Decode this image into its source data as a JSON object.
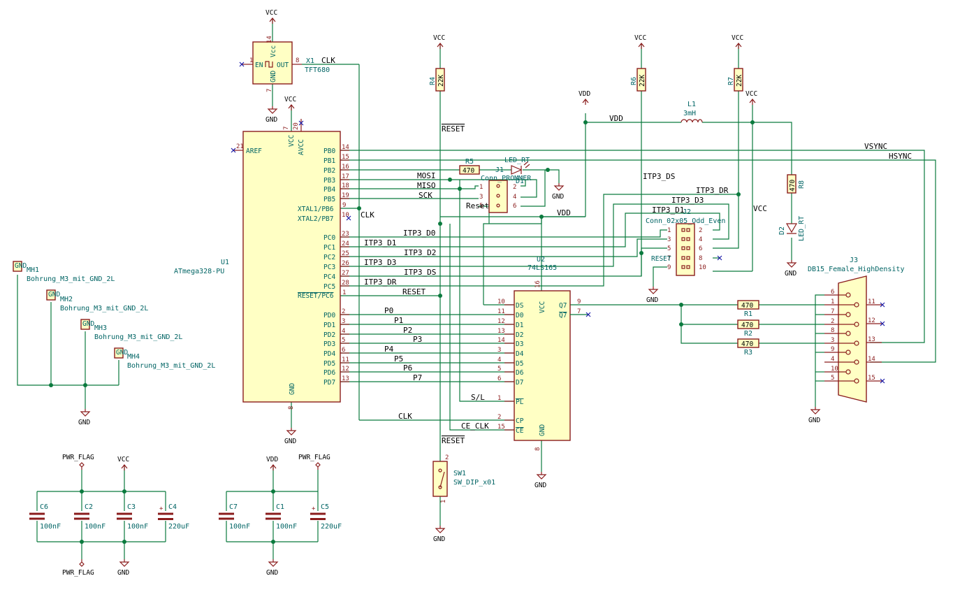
{
  "power": {
    "vcc": "VCC",
    "vdd": "VDD",
    "gnd": "GND",
    "pwr_flag": "PWR_FLAG"
  },
  "components": {
    "u1": {
      "ref": "U1",
      "value": "ATmega328-PU",
      "left_pins": [
        {
          "num": "21",
          "name": "AREF"
        },
        {
          "num": "9",
          "name": "XTAL1/PB6"
        },
        {
          "num": "10",
          "name": "XTAL2/PB7"
        },
        {
          "num": "1",
          "name": "RESET/PC6"
        }
      ],
      "right_pins": [
        {
          "num": "14",
          "name": "PB0"
        },
        {
          "num": "15",
          "name": "PB1"
        },
        {
          "num": "16",
          "name": "PB2"
        },
        {
          "num": "17",
          "name": "PB3"
        },
        {
          "num": "18",
          "name": "PB4"
        },
        {
          "num": "19",
          "name": "PB5"
        },
        {
          "num": "23",
          "name": "PC0"
        },
        {
          "num": "24",
          "name": "PC1"
        },
        {
          "num": "25",
          "name": "PC2"
        },
        {
          "num": "26",
          "name": "PC3"
        },
        {
          "num": "27",
          "name": "PC4"
        },
        {
          "num": "28",
          "name": "PC5"
        },
        {
          "num": "2",
          "name": "PD0"
        },
        {
          "num": "3",
          "name": "PD1"
        },
        {
          "num": "4",
          "name": "PD2"
        },
        {
          "num": "5",
          "name": "PD3"
        },
        {
          "num": "6",
          "name": "PD4"
        },
        {
          "num": "11",
          "name": "PD5"
        },
        {
          "num": "12",
          "name": "PD6"
        },
        {
          "num": "13",
          "name": "PD7"
        }
      ],
      "top_pins": [
        {
          "num": "7",
          "name": "VCC"
        },
        {
          "num": "20",
          "name": "AVCC"
        }
      ],
      "bottom_pins": [
        {
          "num": "8",
          "name": "GND"
        }
      ]
    },
    "x1": {
      "ref": "X1",
      "value": "TFT680",
      "en": "EN",
      "out": "OUT",
      "vcc": "Vcc",
      "gnd": "GND",
      "pin_en": "1",
      "pin_out": "8",
      "pin_vcc": "14",
      "pin_gnd": "7"
    },
    "u2": {
      "ref": "U2",
      "value": "74LS165",
      "left_pins": [
        {
          "num": "10",
          "name": "DS"
        },
        {
          "num": "11",
          "name": "D0"
        },
        {
          "num": "12",
          "name": "D1"
        },
        {
          "num": "13",
          "name": "D2"
        },
        {
          "num": "14",
          "name": "D3"
        },
        {
          "num": "3",
          "name": "D4"
        },
        {
          "num": "4",
          "name": "D5"
        },
        {
          "num": "5",
          "name": "D6"
        },
        {
          "num": "6",
          "name": "D7"
        },
        {
          "num": "1",
          "name": "PL"
        },
        {
          "num": "2",
          "name": "CP"
        },
        {
          "num": "15",
          "name": "CE"
        }
      ],
      "right_pins": [
        {
          "num": "9",
          "name": "Q7"
        },
        {
          "num": "7",
          "name": "Q7"
        }
      ],
      "vcc_pin": "16",
      "vcc_name": "VCC",
      "gnd_pin": "8",
      "gnd_name": "GND"
    },
    "j1": {
      "ref": "J1",
      "value": "Conn_PROMMER",
      "reset": "Reset",
      "pins": [
        "1",
        "2",
        "3",
        "4",
        "5",
        "6"
      ]
    },
    "j2": {
      "ref": "J2",
      "value": "Conn_02x05_Odd_Even",
      "reset": "RESET",
      "pins": [
        "1",
        "2",
        "3",
        "4",
        "5",
        "6",
        "7",
        "8",
        "9",
        "10"
      ]
    },
    "j3": {
      "ref": "J3",
      "value": "DB15_Female_HighDensity",
      "left": [
        "6",
        "1",
        "7",
        "2",
        "8",
        "3",
        "9",
        "4",
        "10",
        "5"
      ],
      "right": [
        "11",
        "12",
        "13",
        "14",
        "15"
      ]
    },
    "r1": {
      "ref": "R1",
      "value": "470"
    },
    "r2": {
      "ref": "R2",
      "value": "470"
    },
    "r3": {
      "ref": "R3",
      "value": "470"
    },
    "r4": {
      "ref": "R4",
      "value": "22K"
    },
    "r5": {
      "ref": "R5",
      "value": "470"
    },
    "r6": {
      "ref": "R6",
      "value": "22K"
    },
    "r7": {
      "ref": "R7",
      "value": "22K"
    },
    "r8": {
      "ref": "R8",
      "value": "470"
    },
    "l1": {
      "ref": "L1",
      "value": "3mH"
    },
    "d1": {
      "ref": "D1",
      "value": "LED_RT"
    },
    "d2": {
      "ref": "D2",
      "value": "LED_RT"
    },
    "sw1": {
      "ref": "SW1",
      "value": "SW_DIP_x01",
      "pin_top": "2",
      "pin_bot": "1"
    },
    "mh": [
      {
        "ref": "MH1",
        "value": "Bohrung_M3_mit_GND_2L"
      },
      {
        "ref": "MH2",
        "value": "Bohrung_M3_mit_GND_2L"
      },
      {
        "ref": "MH3",
        "value": "Bohrung_M3_mit_GND_2L"
      },
      {
        "ref": "MH4",
        "value": "Bohrung_M3_mit_GND_2L"
      }
    ],
    "mh_icon": "GND",
    "caps": [
      {
        "ref": "C6",
        "value": "100nF"
      },
      {
        "ref": "C2",
        "value": "100nF"
      },
      {
        "ref": "C3",
        "value": "100nF"
      },
      {
        "ref": "C4",
        "value": "220uF"
      },
      {
        "ref": "C7",
        "value": "100nF"
      },
      {
        "ref": "C1",
        "value": "100nF"
      },
      {
        "ref": "C5",
        "value": "220uF"
      }
    ],
    "cap_plus": "+"
  },
  "nets": {
    "clk": "CLK",
    "mosi": "MOSI",
    "miso": "MISO",
    "sck": "SCK",
    "itp3_d0": "ITP3_D0",
    "itp3_d1": "ITP3_D1",
    "itp3_d2": "ITP3_D2",
    "itp3_d3": "ITP3_D3",
    "itp3_ds": "ITP3_DS",
    "itp3_dr": "ITP3_DR",
    "reset": "RESET",
    "p0": "P0",
    "p1": "P1",
    "p2": "P2",
    "p3": "P3",
    "p4": "P4",
    "p5": "P5",
    "p6": "P6",
    "p7": "P7",
    "sl": "S/L",
    "ce_clk": "CE_CLK",
    "vsync": "VSYNC",
    "hsync": "HSYNC",
    "vdd": "VDD",
    "vcc": "VCC"
  }
}
